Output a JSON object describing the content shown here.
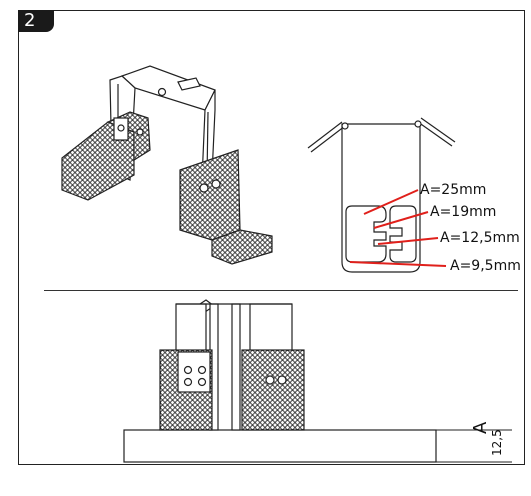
{
  "step": {
    "number": "2"
  },
  "gauge_sizes": [
    {
      "label": "A=25mm",
      "color": "#e0201b"
    },
    {
      "label": "A=19mm",
      "color": "#e0201b"
    },
    {
      "label": "A=12,5mm",
      "color": "#e0201b"
    },
    {
      "label": "A=9,5mm",
      "color": "#e0201b"
    }
  ],
  "dimension": {
    "letter": "A",
    "value": "12,5"
  },
  "colors": {
    "line": "#222222",
    "leader": "#e0201b"
  }
}
